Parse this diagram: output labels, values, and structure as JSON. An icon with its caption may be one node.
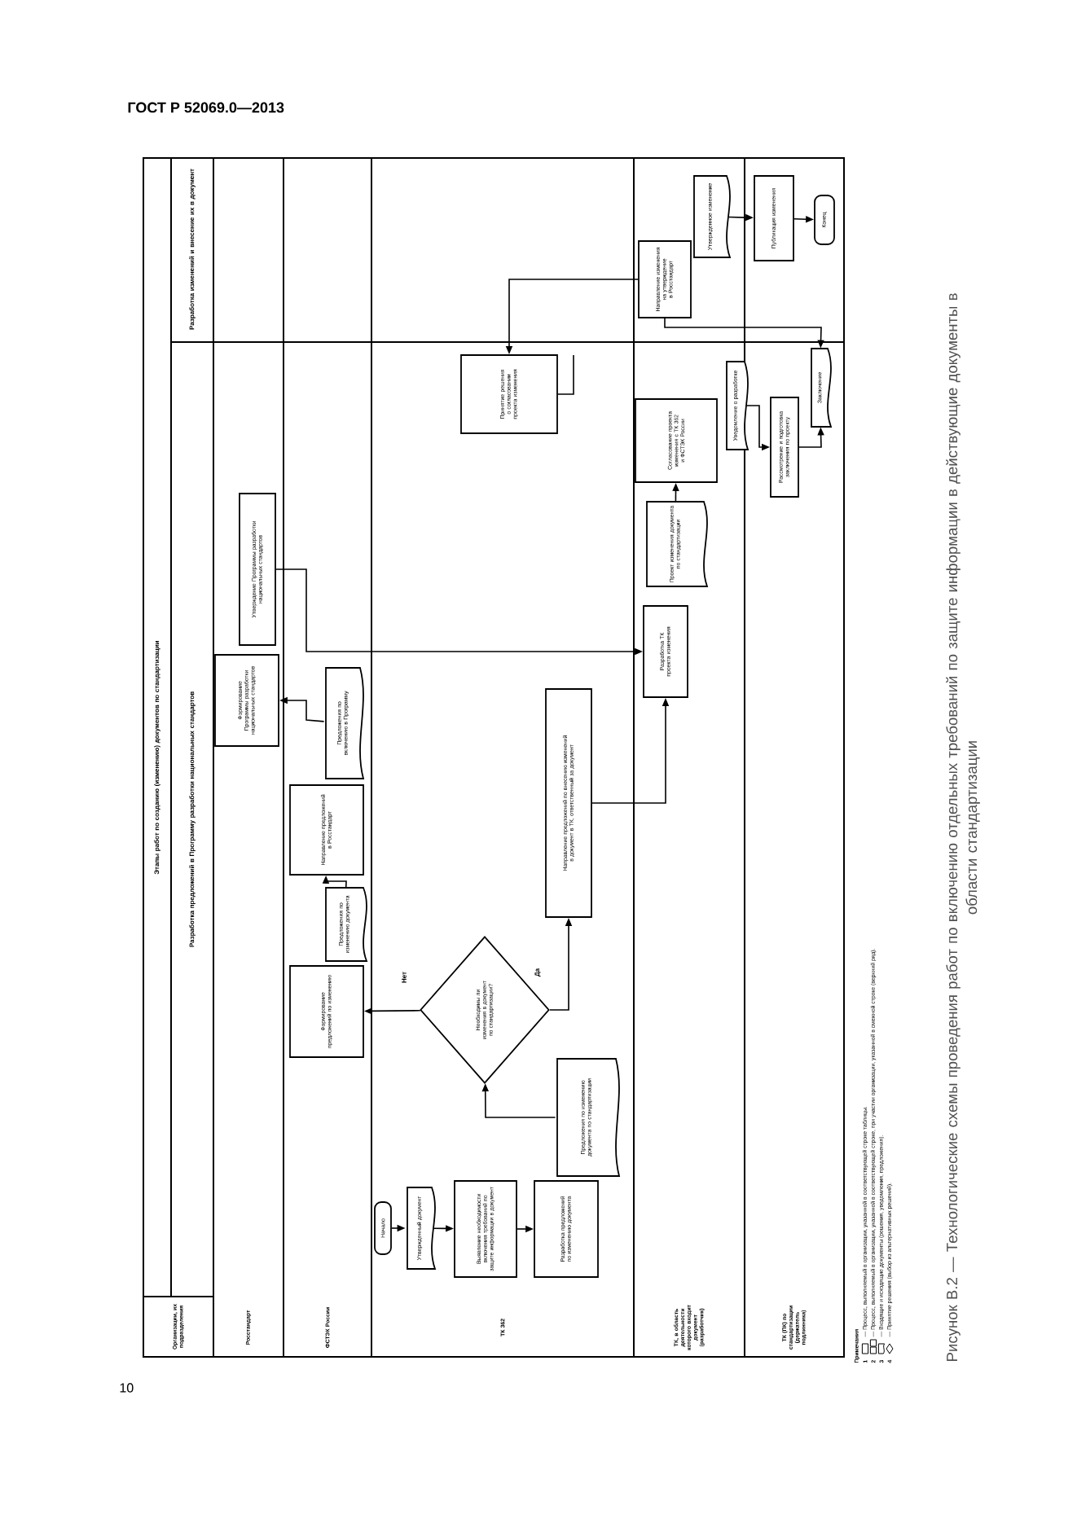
{
  "diagram": {
    "caption": "Рисунок В.2 — Технологические схемы проведения работ по включению отдельных требований по защите информации в действующие документы в области стандартизации",
    "nodes": [
      {
        "text": [
          "Начало"
        ]
      },
      {
        "text": [
          "Утвержденный документ"
        ]
      },
      {
        "text": [
          "Выявление необходимости включения требований по защите информации в документ"
        ]
      },
      {
        "text": [
          "Разработка предложений по изменению документа"
        ]
      },
      {
        "text": [
          "Предложения по изменению документа по стандартизации"
        ]
      },
      {
        "text": [
          "Необходимы ли изменения в документ по стандартизации?"
        ]
      },
      {
        "text": [
          "Формирование предложений по изменению"
        ]
      },
      {
        "text": [
          "Предложения по изменению документа"
        ]
      },
      {
        "text": [
          "Направление предложений в Росстандарт"
        ]
      },
      {
        "text": [
          "Предложения по включению в Программу"
        ]
      },
      {
        "text": [
          "Формирование Программы разработки национальных стандартов"
        ]
      },
      {
        "text": [
          "Утверждение Программы разработки национальных стандартов"
        ]
      },
      {
        "text": [
          "Направление предложений по внесению изменений в документ в ТК, ответственный за документ"
        ]
      },
      {
        "text": [
          "Разработка ТК проекта изменения"
        ]
      },
      {
        "text": [
          "Проект изменения документа по стандартизации"
        ]
      },
      {
        "text": [
          "Согласование проекта изменения с ТК 362 и ФСТЭК России"
        ]
      },
      {
        "text": [
          "Уведомление о разработке"
        ]
      },
      {
        "text": [
          "Рассмотрение и подготовка заключения по проекту"
        ]
      },
      {
        "text": [
          "Заключение"
        ]
      },
      {
        "text": [
          "Принятие решения о согласовании проекта изменения"
        ]
      },
      {
        "text": [
          "Направление изменения на утверждение в Росстандарт"
        ]
      },
      {
        "text": [
          "Утвержденное изменение"
        ]
      },
      {
        "text": [
          "Публикация изменения"
        ]
      },
      {
        "text": [
          "Конец"
        ]
      }
    ],
    "edges": [
      {
        "from": 0,
        "to": 1,
        "arrow": "to"
      },
      {
        "from": 1,
        "to": 2,
        "arrow": "to"
      },
      {
        "from": 2,
        "to": 3,
        "arrow": "to"
      },
      {
        "from": 4,
        "to": 5,
        "arrow": "to"
      },
      {
        "from": 5,
        "to": 6,
        "arrow": "to",
        "label": "Нет"
      },
      {
        "from": 5,
        "to": 12,
        "arrow": "to",
        "label": "Да"
      },
      {
        "from": 7,
        "to": 8,
        "arrow": "to"
      },
      {
        "from": 9,
        "to": 10,
        "arrow": "to"
      },
      {
        "from": 11,
        "to": 13,
        "arrow": "to"
      },
      {
        "from": 12,
        "to": 13,
        "arrow": "to"
      },
      {
        "from": 14,
        "to": 15,
        "arrow": "to"
      },
      {
        "from": 16,
        "to": 17,
        "arrow": "to"
      },
      {
        "from": 17,
        "to": 18,
        "arrow": "to"
      },
      {
        "from": 20,
        "to": 18,
        "arrow": "to"
      },
      {
        "from": 20,
        "to": 19,
        "arrow": "to"
      },
      {
        "from": 19,
        "to": null,
        "arrow": "none"
      },
      {
        "from": 21,
        "to": 22,
        "arrow": "to"
      },
      {
        "from": 22,
        "to": 23,
        "arrow": "to"
      }
    ],
    "labels": [
      "ГОСТ Р 52069.0—2013",
      "Этапы работ по созданию (изменению) документов по стандартизации",
      "Разработка изменений и внесение их в документ",
      "Разработка предложений в Программу разработки национальных стандартов",
      "Организации, их подразделения",
      "Росстандарт",
      "ФСТЭК России",
      "ТК 362",
      "ТК, в область деятельности которого входит документ (разработчик)",
      "ТК (ПК) по стандартизации (держатель подлинника)",
      "Примечания",
      "1",
      "2",
      "3",
      "4",
      "10"
    ],
    "legend": [
      {
        "text": "— Процесс, выполняемый в организации, указанной в соответствующей строке таблицы."
      },
      {
        "text": "— Процесс, выполняемый в организации, указанной в соответствующей строке, при участии организации, указанной в смежной строке (верхний ряд)."
      },
      {
        "text": "— Входящие и исходящие документы (решения, уведомления, предложения)."
      },
      {
        "text": "— Принятие решения (выбор из альтернативных решений)."
      }
    ]
  }
}
